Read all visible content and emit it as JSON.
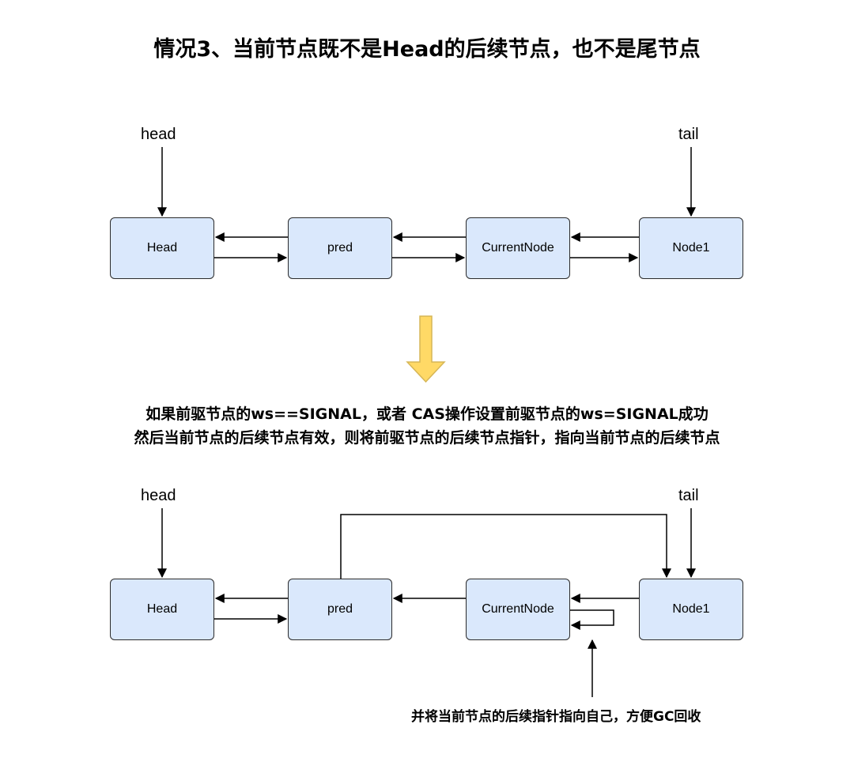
{
  "title": "情况3、当前节点既不是Head的后续节点，也不是尾节点",
  "top_diagram": {
    "head_label": "head",
    "tail_label": "tail",
    "nodes": [
      "Head",
      "pred",
      "CurrentNode",
      "Node1"
    ]
  },
  "transition_arrow_color": "#ffd966",
  "description": [
    "如果前驱节点的ws==SIGNAL，或者 CAS操作设置前驱节点的ws=SIGNAL成功",
    "然后当前节点的后续节点有效，则将前驱节点的后续节点指针，指向当前节点的后续节点"
  ],
  "bottom_diagram": {
    "head_label": "head",
    "tail_label": "tail",
    "nodes": [
      "Head",
      "pred",
      "CurrentNode",
      "Node1"
    ],
    "note": "并将当前节点的后续指针指向自己，方便GC回收"
  },
  "colors": {
    "node_fill": "#dae8fc",
    "node_border": "#2b2b2b"
  }
}
